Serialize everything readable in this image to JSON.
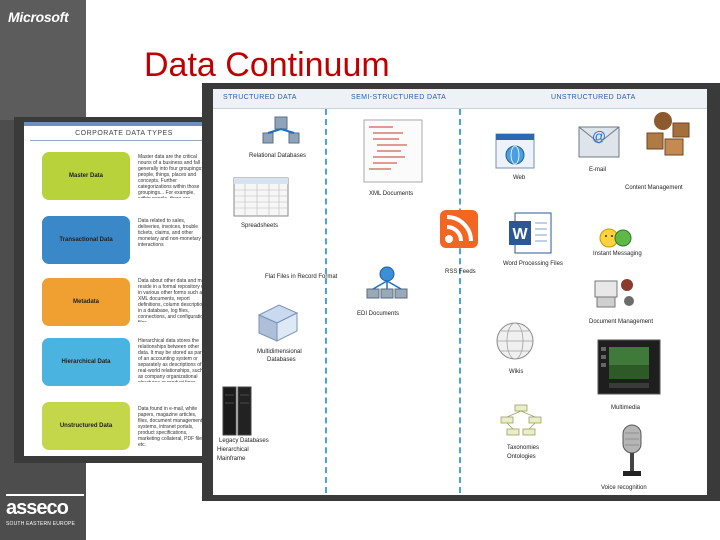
{
  "branding": {
    "microsoft_logo": "Microsoft",
    "asseco_logo": "asseco",
    "asseco_region": "SOUTH EASTERN EUROPE"
  },
  "slide": {
    "title": "Data Continuum"
  },
  "corporate": {
    "title": "CORPORATE DATA TYPES",
    "types": [
      {
        "label": "Master Data",
        "color": "#b7d23a",
        "desc": "Master data are the critical nouns of a business and fall generally into four groupings: people, things, places and concepts. Further categorizations within those groupings... For example, within people, there are customer, employee, and salesperson..."
      },
      {
        "label": "Transactional Data",
        "color": "#3b88c8",
        "desc": "Data related to sales, deliveries, invoices, trouble tickets, claims, and other monetary and non-monetary interactions"
      },
      {
        "label": "Metadata",
        "color": "#f0a030",
        "desc": "Data about other data and may reside in a formal repository or in various other forms such as XML documents, report definitions, column descriptions in a database, log files, connections, and configuration files."
      },
      {
        "label": "Hierarchical Data",
        "color": "#4bb3e0",
        "desc": "Hierarchical data stores the relationships between other data. It may be stored as part of an accounting system or separately as descriptions of real-world relationships, such as company organizational structures or product lines."
      },
      {
        "label": "Unstructured Data",
        "color": "#c4d64a",
        "desc": "Data found in e-mail, white papers, magazine articles, files, document management systems, intranet portals, product specifications, marketing collateral, PDF files etc."
      }
    ]
  },
  "continuum": {
    "headers": {
      "structured": "STRUCTURED DATA",
      "semi": "SEMI-STRUCTURED DATA",
      "unstructured": "UNSTRUCTURED DATA"
    },
    "structured": {
      "relational": "Relational Databases",
      "spreadsheets": "Spreadsheets",
      "multidim_1": "Multidimensional",
      "multidim_2": "Databases",
      "legacy_1": "Legacy Databases",
      "legacy_2": "Hierarchical",
      "legacy_3": "Mainframe"
    },
    "semi": {
      "xml": "XML Documents",
      "flat_files": "Flat Files in Record Format",
      "rss": "RSS Feeds",
      "edi": "EDI Documents"
    },
    "unstructured": {
      "web": "Web",
      "email": "E-mail",
      "content_mgmt": "Content Management",
      "word_processing": "Word Processing Files",
      "im": "Instant Messaging",
      "doc_mgmt": "Document Management",
      "wikis": "Wikis",
      "multimedia": "Multimedia",
      "taxonomies_1": "Taxonomies",
      "taxonomies_2": "Ontologies",
      "voice": "Voice recognition"
    }
  }
}
